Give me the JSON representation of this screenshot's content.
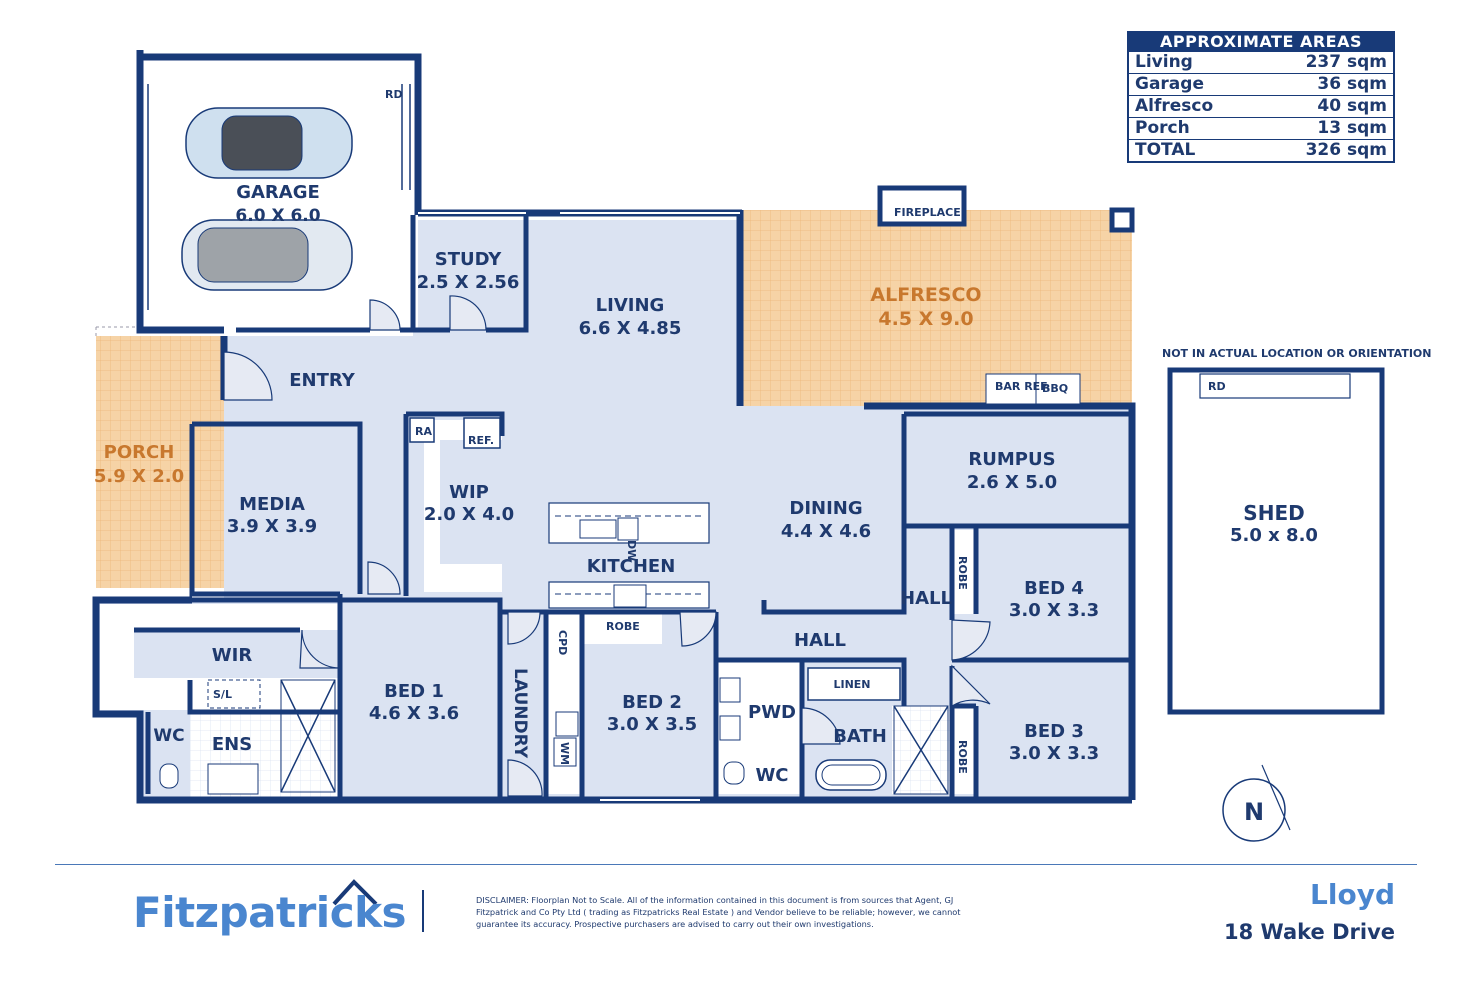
{
  "areas": {
    "title": "APPROXIMATE AREAS",
    "rows": [
      {
        "label": "Living",
        "value": "237 sqm"
      },
      {
        "label": "Garage",
        "value": "36 sqm"
      },
      {
        "label": "Alfresco",
        "value": "40 sqm"
      },
      {
        "label": "Porch",
        "value": "13 sqm"
      },
      {
        "label": "TOTAL",
        "value": "326 sqm"
      }
    ]
  },
  "rooms": {
    "garage": {
      "name": "GARAGE",
      "size": "6.0 X 6.0"
    },
    "study": {
      "name": "STUDY",
      "size": "2.5 X 2.56"
    },
    "living": {
      "name": "LIVING",
      "size": "6.6 X 4.85"
    },
    "alfresco": {
      "name": "ALFRESCO",
      "size": "4.5 X 9.0"
    },
    "porch": {
      "name": "PORCH",
      "size": "5.9 X 2.0"
    },
    "entry": {
      "name": "ENTRY"
    },
    "media": {
      "name": "MEDIA",
      "size": "3.9 X 3.9"
    },
    "wip": {
      "name": "WIP",
      "size": "2.0 X 4.0"
    },
    "kitchen": {
      "name": "KITCHEN"
    },
    "dining": {
      "name": "DINING",
      "size": "4.4 X 4.6"
    },
    "rumpus": {
      "name": "RUMPUS",
      "size": "2.6 X 5.0"
    },
    "bed1": {
      "name": "BED 1",
      "size": "4.6 X 3.6"
    },
    "bed2": {
      "name": "BED 2",
      "size": "3.0 X 3.5"
    },
    "bed3": {
      "name": "BED 3",
      "size": "3.0 X 3.3"
    },
    "bed4": {
      "name": "BED 4",
      "size": "3.0 X 3.3"
    },
    "wir": {
      "name": "WIR"
    },
    "ens": {
      "name": "ENS"
    },
    "wc1": {
      "name": "WC"
    },
    "wc2": {
      "name": "WC"
    },
    "laundry": {
      "name": "LAUNDRY"
    },
    "pwd": {
      "name": "PWD"
    },
    "bath": {
      "name": "BATH"
    },
    "hall1": {
      "name": "HALL"
    },
    "hall2": {
      "name": "HALL"
    },
    "shed": {
      "name": "SHED",
      "size": "5.0 x 8.0"
    }
  },
  "fixtures": {
    "rd_garage": "RD",
    "rd_shed": "RD",
    "fireplace": "FIREPLACE",
    "bar_ref": "BAR REF.",
    "bbq": "BBQ",
    "ra": "RA",
    "ref": "REF.",
    "dw": "DW",
    "robe_bed2": "ROBE",
    "cpd": "CPD",
    "wm": "WM",
    "linen": "LINEN",
    "robe_bed4": "ROBE",
    "robe_bed3": "ROBE",
    "sl": "S/L"
  },
  "shed_note": "NOT IN ACTUAL LOCATION OR ORIENTATION",
  "compass": "N",
  "footer": {
    "brand": "Fitzpatricks",
    "disclaimer": "DISCLAIMER: Floorplan Not to Scale. All of the information contained in this document is from sources that Agent, GJ Fitzpatrick and Co Pty Ltd ( trading as Fitzpatricks Real Estate ) and Vendor believe to be reliable; however, we cannot guarantee its accuracy. Prospective purchasers are advised to carry out their own investigations.",
    "property_name": "Lloyd",
    "address": "18 Wake Drive"
  },
  "colors": {
    "wall": "#183a78",
    "floor": "#dbe3f2",
    "outdoor": "#f6d3a6",
    "label": "#1f3a6e",
    "accent_label": "#c8782e",
    "brand": "#4a86cf"
  }
}
